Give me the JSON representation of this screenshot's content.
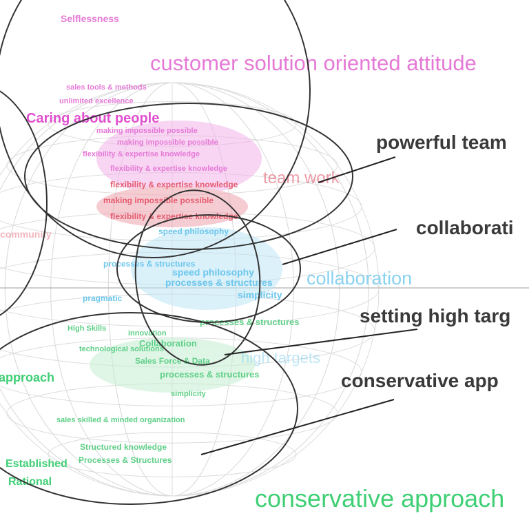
{
  "colors": {
    "pink": "#e57ad6",
    "pink_text": "#e14fcf",
    "red": "#e45c6e",
    "blue": "#7fcdee",
    "blue_text": "#8ad2f0",
    "green": "#5fcf87",
    "green_text": "#3fcf75",
    "ellipse_stroke": "#333333",
    "callout_text": "#3a3a3a"
  },
  "labels": {
    "selflessness": "Selflessness",
    "customer_solution": "customer solution oriented attitude",
    "sales_tools": "sales tools & methods",
    "unlimited": "unlimited excellence",
    "caring_about_people": "Caring about people",
    "making_possible": "making impossible possible",
    "flexibility": "flexibility & expertise knowledge",
    "team_work": "team work",
    "community": "community",
    "blue_collaboration": "collaboration",
    "speed_philosophy": "speed philosophy",
    "processes": "processes & structures",
    "simplicity": "simplicity",
    "high_targets_small": "high targets",
    "collaboration_small": "Collaboration",
    "sales_focus": "Sales Force & Data",
    "conservative_green": "conservative approach",
    "approach_left": "approach",
    "simplicity_green": "simplicity",
    "sales_skilled": "sales skilled & minded organization",
    "structured": "Structured knowledge",
    "processes_structures": "Processes & Structures",
    "established": "Established",
    "rational": "Rational",
    "high_skills": "High Skills",
    "technological": "technological solutions",
    "pragmatic": "pragmatic",
    "innovation": "innovation"
  },
  "callouts": {
    "powerful_team": "powerful team",
    "collaboration": "collaborati",
    "setting_high_targets": "setting high targ",
    "conservative_approach": "conservative app"
  },
  "icons": [
    "sphere-wireframe"
  ]
}
